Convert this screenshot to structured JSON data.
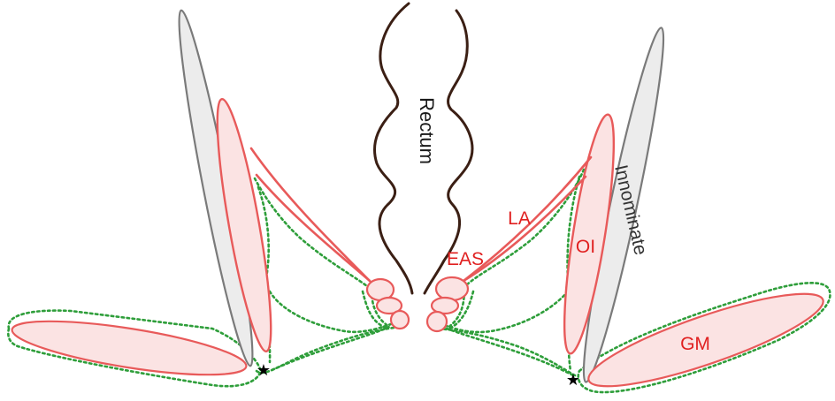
{
  "labels": {
    "rectum": "Rectum",
    "innominate": "Innominate",
    "la": "LA",
    "eas": "EAS",
    "oi": "OI",
    "gm": "GM"
  },
  "markers": {
    "star_left": "★",
    "star_right": "★"
  },
  "colors": {
    "muscle_stroke": "#e85a5a",
    "muscle_fill": "#fbe3e3",
    "bone_stroke": "#7a7a7a",
    "bone_fill": "#ececec",
    "fascia_dotted": "#2e9e3a",
    "rectum_stroke": "#3b1f14",
    "label_red": "#e02020"
  }
}
